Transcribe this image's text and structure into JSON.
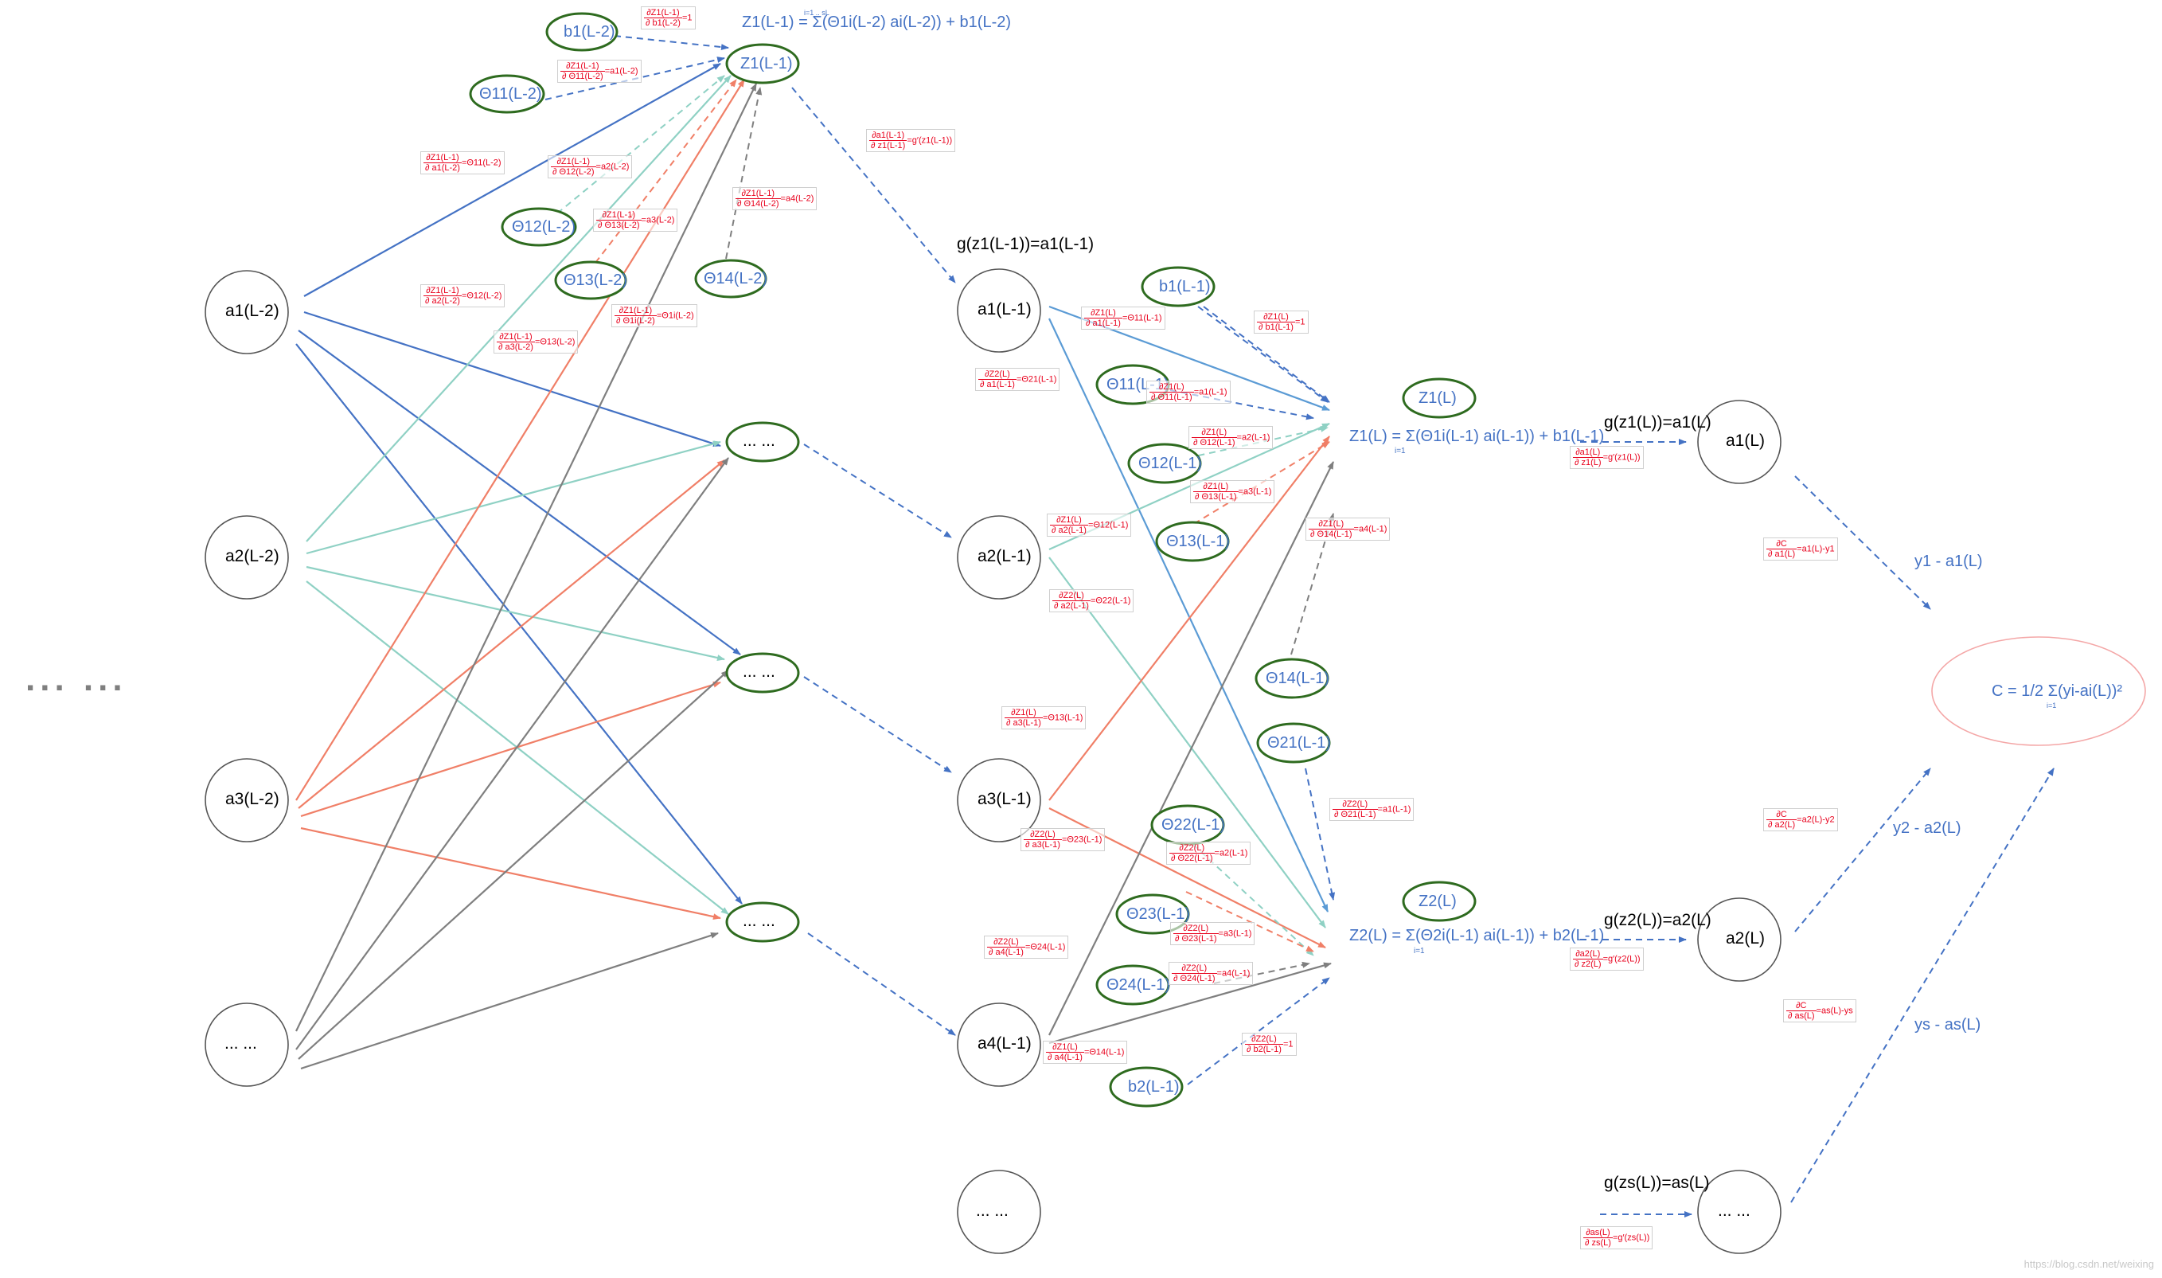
{
  "colors": {
    "blue": "#4472c4",
    "light_blue": "#5b9bd5",
    "teal": "#8fd1c4",
    "salmon": "#f07f67",
    "gray": "#7f7f7f",
    "dark_green": "#2e6b1f",
    "red": "#e8001c",
    "cost_ellipse": "#f4a7a7"
  },
  "left_ellipsis": "... ...",
  "layer_l2": {
    "nodes": [
      "a1(L-2)",
      "a2(L-2)",
      "a3(L-2)",
      "... ..."
    ]
  },
  "layer_l1_z": {
    "z_node": "Z1(L-1)",
    "ellipsis_nodes": [
      "... ...",
      "... ...",
      "... ..."
    ],
    "z_formula": "Z1(L-1) = Σ(Θ1i(L-2) ai(L-2)) + b1(L-2)",
    "z_formula_sum_limits": "i=1 .. sL"
  },
  "params_l2": [
    "b1(L-2)",
    "Θ11(L-2)",
    "Θ12(L-2)",
    "Θ13(L-2)",
    "Θ14(L-2)"
  ],
  "layer_l1": {
    "activation_label": "g(z1(L-1))=a1(L-1)",
    "nodes": [
      "a1(L-1)",
      "a2(L-1)",
      "a3(L-1)",
      "a4(L-1)",
      "... ..."
    ]
  },
  "params_l1": [
    "b1(L-1)",
    "Θ11(L-1)",
    "Θ12(L-1)",
    "Θ13(L-1)",
    "Θ14(L-1)",
    "Θ21(L-1)",
    "Θ22(L-1)",
    "Θ23(L-1)",
    "Θ24(L-1)",
    "b2(L-1)"
  ],
  "layer_l": {
    "z_nodes": [
      "Z1(L)",
      "Z2(L)"
    ],
    "z1_formula": "Z1(L) = Σ(Θ1i(L-1) ai(L-1)) + b1(L-1)",
    "z2_formula": "Z2(L) = Σ(Θ2i(L-1) ai(L-1)) + b2(L-1)",
    "sum_limit": "i=1",
    "activation_labels": [
      "g(z1(L))=a1(L)",
      "g(z2(L))=a2(L)",
      "g(zs(L))=as(L)"
    ],
    "nodes": [
      "a1(L)",
      "a2(L)",
      "... ..."
    ]
  },
  "errors": [
    "y1 - a1(L)",
    "y2 - a2(L)",
    "ys - as(L)"
  ],
  "cost": "C = 1/2 Σ(yi-ai(L))²",
  "cost_sum_limit": "i=1",
  "derivatives": [
    {
      "num": "∂Z1(L-1)",
      "den": "∂ b1(L-2)",
      "res": "=1"
    },
    {
      "num": "∂Z1(L-1)",
      "den": "∂ Θ11(L-2)",
      "res": "=a1(L-2)"
    },
    {
      "num": "∂a1(L-1)",
      "den": "∂ z1(L-1)",
      "res": "=g′(z1(L-1))"
    },
    {
      "num": "∂Z1(L-1)",
      "den": "∂ a1(L-2)",
      "res": "=Θ11(L-2)"
    },
    {
      "num": "∂Z1(L-1)",
      "den": "∂ Θ12(L-2)",
      "res": "=a2(L-2)"
    },
    {
      "num": "∂Z1(L-1)",
      "den": "∂ Θ14(L-2)",
      "res": "=a4(L-2)"
    },
    {
      "num": "∂Z1(L-1)",
      "den": "∂ Θ13(L-2)",
      "res": "=a3(L-2)"
    },
    {
      "num": "∂Z1(L-1)",
      "den": "∂ a2(L-2)",
      "res": "=Θ12(L-2)"
    },
    {
      "num": "∂Z1(L-1)",
      "den": "∂ Θ1i(L-2)",
      "res": "=Θ1i(L-2)"
    },
    {
      "num": "∂Z1(L-1)",
      "den": "∂ a3(L-2)",
      "res": "=Θ13(L-2)"
    },
    {
      "num": "∂Z1(L)",
      "den": "∂ a1(L-1)",
      "res": "=Θ11(L-1)"
    },
    {
      "num": "∂Z1(L)",
      "den": "∂ b1(L-1)",
      "res": "=1"
    },
    {
      "num": "∂Z2(L)",
      "den": "∂ a1(L-1)",
      "res": "=Θ21(L-1)"
    },
    {
      "num": "∂Z1(L)",
      "den": "∂ Θ11(L-1)",
      "res": "=a1(L-1)"
    },
    {
      "num": "∂Z1(L)",
      "den": "∂ Θ12(L-1)",
      "res": "=a2(L-1)"
    },
    {
      "num": "∂Z1(L)",
      "den": "∂ a2(L-1)",
      "res": "=Θ12(L-1)"
    },
    {
      "num": "∂Z1(L)",
      "den": "∂ Θ13(L-1)",
      "res": "=a3(L-1)"
    },
    {
      "num": "∂Z1(L)",
      "den": "∂ Θ14(L-1)",
      "res": "=a4(L-1)"
    },
    {
      "num": "∂Z2(L)",
      "den": "∂ a2(L-1)",
      "res": "=Θ22(L-1)"
    },
    {
      "num": "∂Z1(L)",
      "den": "∂ a3(L-1)",
      "res": "=Θ13(L-1)"
    },
    {
      "num": "∂Z2(L)",
      "den": "∂ a3(L-1)",
      "res": "=Θ23(L-1)"
    },
    {
      "num": "∂Z2(L)",
      "den": "∂ Θ21(L-1)",
      "res": "=a1(L-1)"
    },
    {
      "num": "∂Z2(L)",
      "den": "∂ Θ22(L-1)",
      "res": "=a2(L-1)"
    },
    {
      "num": "∂Z2(L)",
      "den": "∂ a4(L-1)",
      "res": "=Θ24(L-1)"
    },
    {
      "num": "∂Z2(L)",
      "den": "∂ Θ23(L-1)",
      "res": "=a3(L-1)"
    },
    {
      "num": "∂Z2(L)",
      "den": "∂ Θ24(L-1)",
      "res": "=a4(L-1)"
    },
    {
      "num": "∂Z1(L)",
      "den": "∂ a4(L-1)",
      "res": "=Θ14(L-1)"
    },
    {
      "num": "∂Z2(L)",
      "den": "∂ b2(L-1)",
      "res": "=1"
    },
    {
      "num": "∂a1(L)",
      "den": "∂ z1(L)",
      "res": "=g′(z1(L))"
    },
    {
      "num": "∂a2(L)",
      "den": "∂ z2(L)",
      "res": "=g′(z2(L))"
    },
    {
      "num": "∂as(L)",
      "den": "∂ zs(L)",
      "res": "=g′(zs(L))"
    },
    {
      "num": "∂C",
      "den": "∂ a1(L)",
      "res": "=a1(L)-y1"
    },
    {
      "num": "∂C",
      "den": "∂ a2(L)",
      "res": "=a2(L)-y2"
    },
    {
      "num": "∂C",
      "den": "∂ as(L)",
      "res": "=as(L)-ys"
    }
  ],
  "watermark": "https://blog.csdn.net/weixing"
}
